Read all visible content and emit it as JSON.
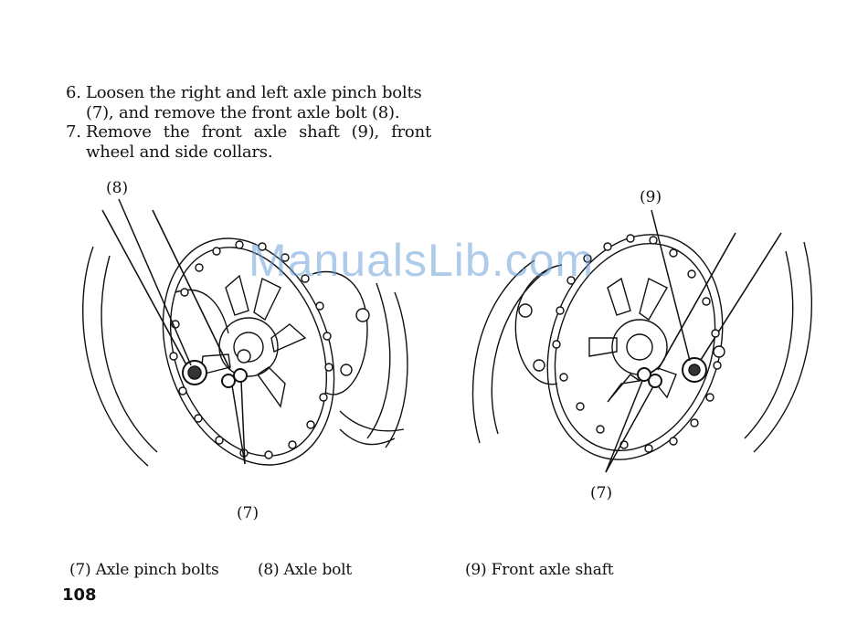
{
  "steps": [
    {
      "number": "6.",
      "text": "Loosen the right and left axle pinch bolts (7), and remove the front axle bolt (8)."
    },
    {
      "number": "7.",
      "text": "Remove the front axle shaft (9), front wheel and side collars."
    }
  ],
  "figures": {
    "left": {
      "callout_axle_bolt": "(8)",
      "callout_pinch_bolts": "(7)"
    },
    "right": {
      "callout_axle_shaft": "(9)",
      "callout_pinch_bolts": "(7)"
    }
  },
  "captions": {
    "pinch_bolts": "(7) Axle pinch bolts",
    "axle_bolt": "(8) Axle bolt",
    "axle_shaft": "(9) Front axle shaft"
  },
  "page_number": "108",
  "watermark": "ManualsLib.com"
}
